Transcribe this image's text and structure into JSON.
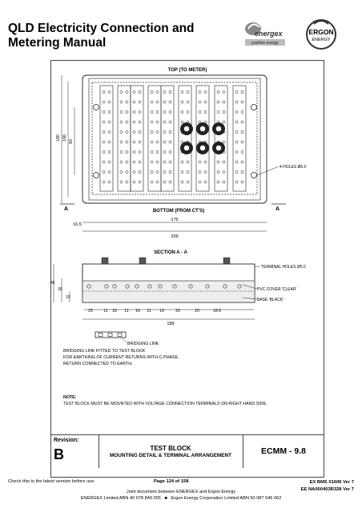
{
  "header": {
    "title_line1": "QLD Electricity Connection and",
    "title_line2": "Metering Manual",
    "energex_brand": "energex",
    "energex_tagline": "positive energy",
    "ergon_brand_line1": "ERGON",
    "ergon_brand_line2": "ENERGY"
  },
  "drawing": {
    "top_label": "TOP (TO METER)",
    "bottom_label": "BOTTOM (FROM CT'S)",
    "holes_label": "4 HOLES Ø6.0",
    "section_marker": "A",
    "dim_180": "180",
    "dim_166": "166",
    "dim_93": "93",
    "dim_16_5": "16.5",
    "dim_176": "176",
    "dim_209": "209",
    "section_title": "SECTION A - A",
    "terminal_holes": "TERMINAL HOLES Ø5.0",
    "pvc_cover": "PVC COVER 'CLEAR'",
    "base_label": "BASE 'BLACK'",
    "dim_45": "45",
    "dim_30": "30",
    "dim_15": "15",
    "spacing_dims": [
      "25",
      "11",
      "16",
      "11",
      "16",
      "11",
      "19",
      "20",
      "20",
      "18.5"
    ],
    "dim_189": "189",
    "bridging_link_label": "BRIDGING LINK",
    "bridging_note_1": "BRIDGING LINK FITTED TO TEST BLOCK",
    "bridging_note_2": "FOR EARTHING OF CURRENT RETURNS WITH C-PHASE.",
    "bridging_note_3": "RETURN CONNECTED TO EARTH.",
    "note_title": "NOTE:",
    "note_text": "TEST BLOCK MUST BE MOUNTED WITH VOLTAGE CONNECTION TERMINALS ON RIGHT HAND SIDE."
  },
  "title_block": {
    "revision_label": "Revision:",
    "revision_value": "B",
    "title_line1": "TEST BLOCK",
    "title_line2": "MOUNTING DETAIL & TERMINAL ARRANGEMENT",
    "drawing_code": "ECMM - 9.8"
  },
  "footer": {
    "left": "Check this is the latest version before use.",
    "page": "Page 124 of 158",
    "ref1": "EX BMS 01606 Ver 7",
    "ref2": "EE NA000403R328 Ver 7",
    "joint": "Joint document between ENERGEX and Ergon Energy",
    "abn_energex": "ENERGEX Limited ABN 40 078 849 055",
    "abn_ergon": "Ergon Energy Corporation Limited ABN 50 087 646 062"
  }
}
